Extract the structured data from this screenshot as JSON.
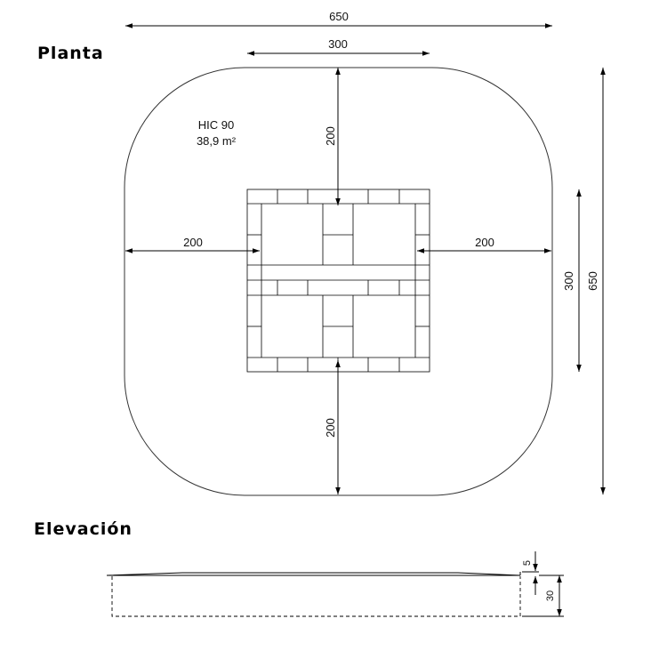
{
  "planta": {
    "title": "Planta",
    "surface_label": "HIC 90",
    "surface_area": "38,9 m²",
    "dims": {
      "total_width": "650",
      "inner_width": "300",
      "top_gap": "200",
      "bottom_gap": "200",
      "left_gap": "200",
      "right_gap": "200",
      "inner_height": "300",
      "total_height": "650"
    }
  },
  "elevacion": {
    "title": "Elevación",
    "dims": {
      "top_thickness": "5",
      "depth": "30"
    }
  }
}
